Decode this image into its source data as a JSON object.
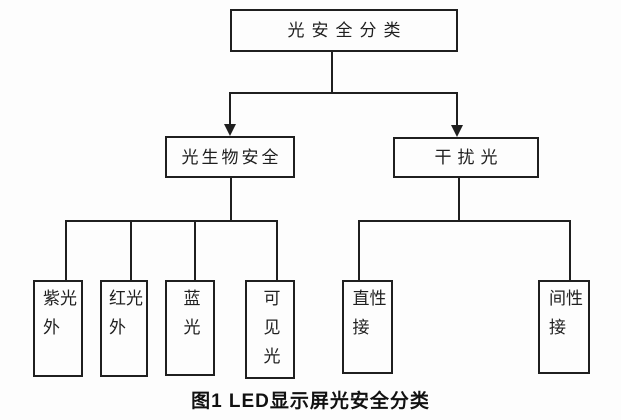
{
  "tree": {
    "root": {
      "label": "光安全分类",
      "children": [
        {
          "label": "光生物安全",
          "children": [
            {
              "label": "紫外光"
            },
            {
              "label": "红外光"
            },
            {
              "label": "蓝光"
            },
            {
              "label": "可见光"
            }
          ]
        },
        {
          "label": "干扰光",
          "children": [
            {
              "label": "直接性"
            },
            {
              "label": "间接性"
            }
          ]
        }
      ]
    }
  },
  "caption": "图1  LED显示屏光安全分类",
  "colors": {
    "line": "#1f1f1f",
    "text": "#1f1f1f",
    "background": "#fdfdfd"
  }
}
